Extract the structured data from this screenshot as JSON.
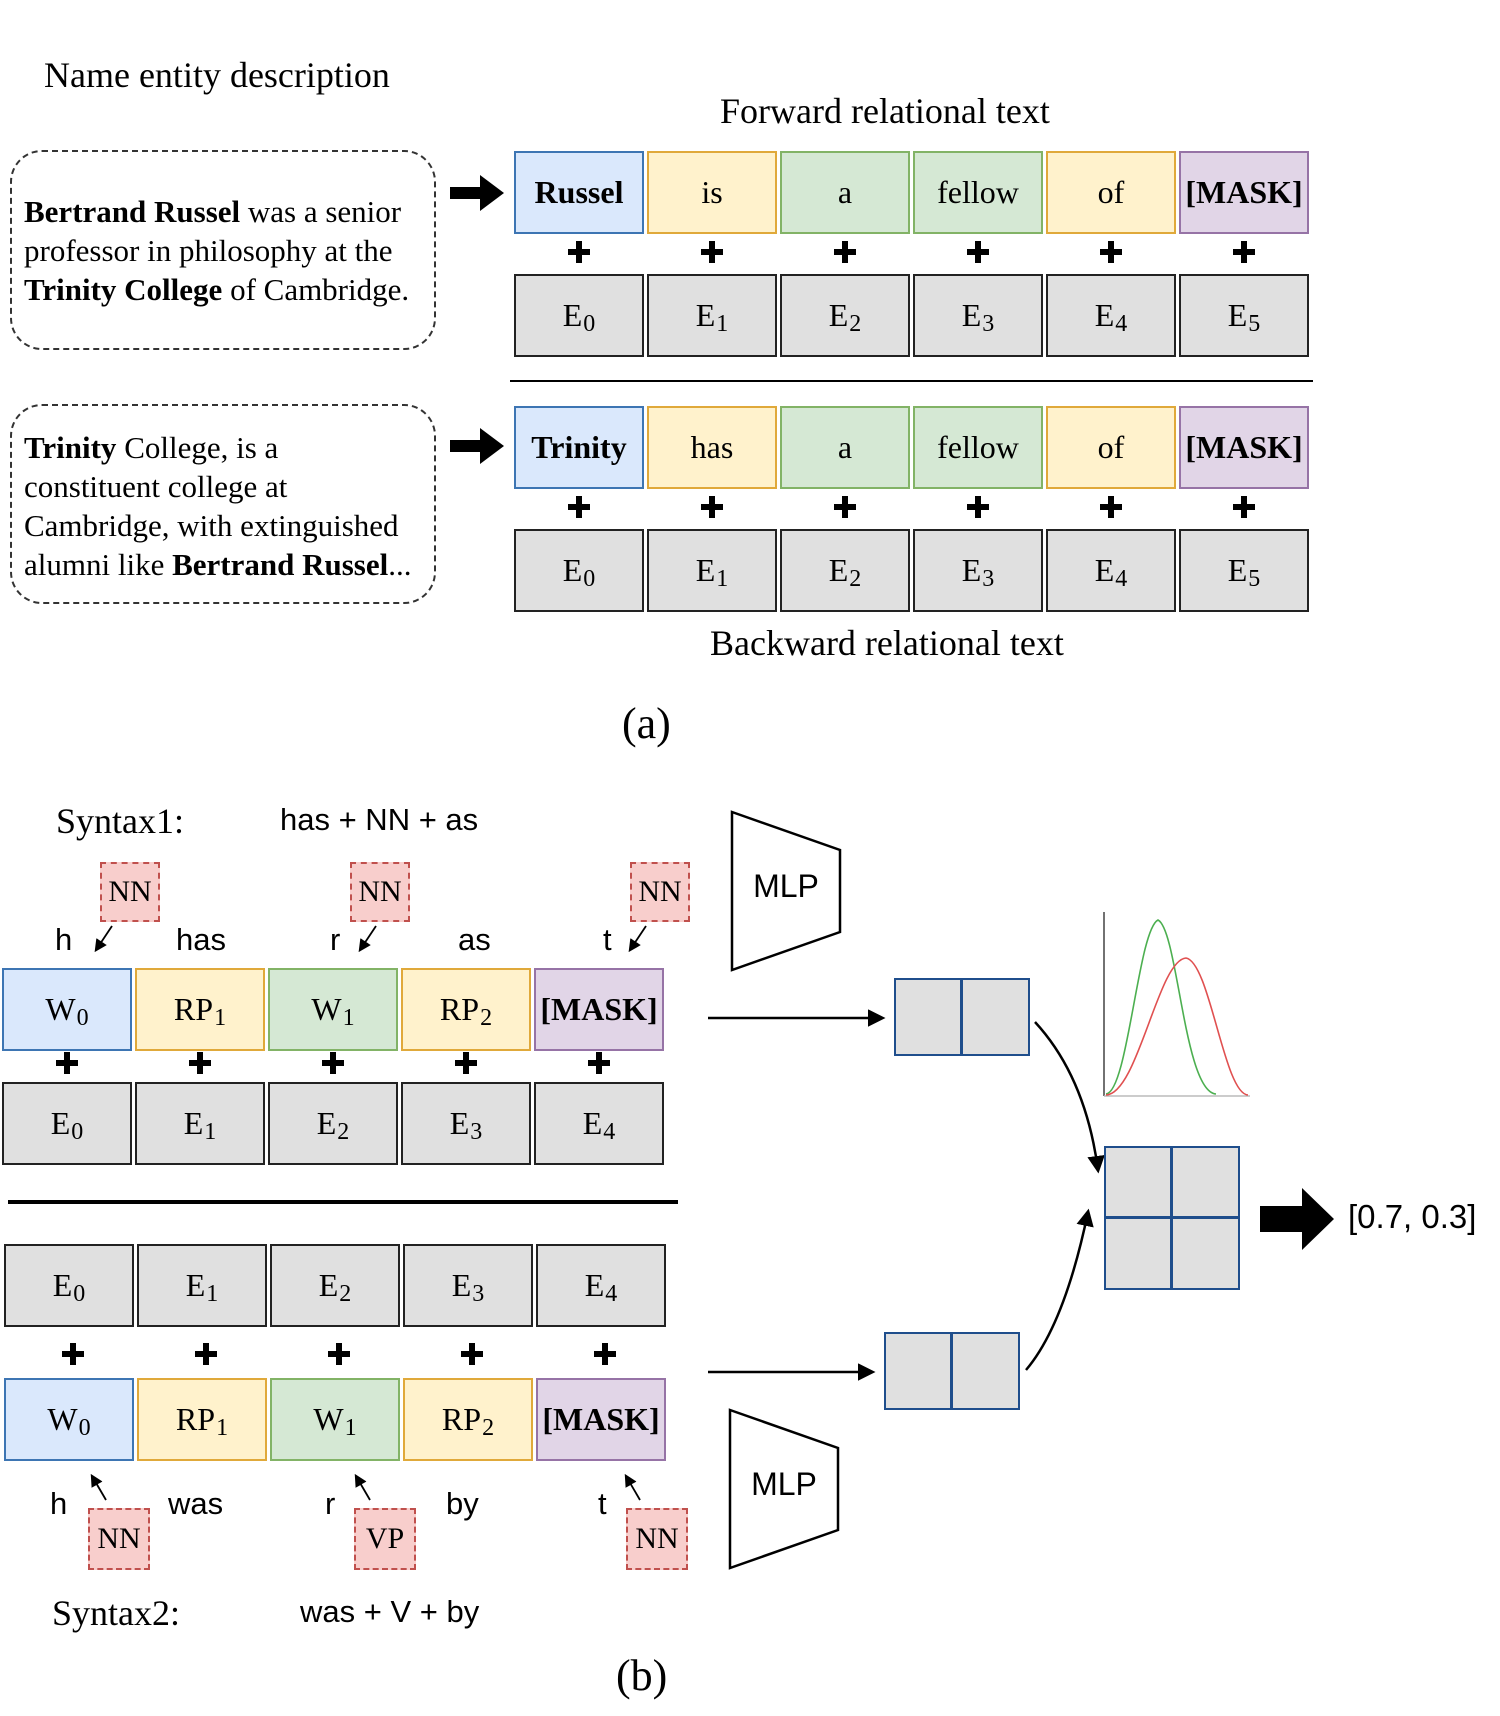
{
  "part_a": {
    "ne_title": "Name entity description",
    "forward_title": "Forward relational text",
    "backward_title": "Backward relational text",
    "caption": "(a)",
    "desc1": {
      "b1": "Bertrand Russel",
      "t1": " was a senior",
      "l2": "professor in philosophy at the",
      "b2": "Trinity College",
      "t3": " of Cambridge."
    },
    "desc2": {
      "b1": "Trinity",
      "t1": " College, is a",
      "l2": "constituent college at",
      "l3": "Cambridge, with extinguished",
      "t4": "alumni like ",
      "b4": "Bertrand Russel",
      "t4b": "..."
    },
    "forward_tokens": [
      "Russel",
      "is",
      "a",
      "fellow",
      "of",
      "[MASK]"
    ],
    "backward_tokens": [
      "Trinity",
      "has",
      "a",
      "fellow",
      "of",
      "[MASK]"
    ],
    "emb_letter": "E",
    "emb_subs": [
      "0",
      "1",
      "2",
      "3",
      "4",
      "5"
    ]
  },
  "part_b": {
    "syntax1_label": "Syntax1:",
    "syntax1_pattern": "has + NN + as",
    "syntax2_label": "Syntax2:",
    "syntax2_pattern": "was + V + by",
    "caption": "(b)",
    "tokens_letter": {
      "w": "W",
      "rp": "RP"
    },
    "tok_subs": [
      "0",
      "1",
      "1",
      "2"
    ],
    "mask": "[MASK]",
    "emb_subs": [
      "0",
      "1",
      "2",
      "3",
      "4"
    ],
    "top_labels": [
      "h",
      "has",
      "r",
      "as",
      "t"
    ],
    "bottom_labels": [
      "h",
      "was",
      "r",
      "by",
      "t"
    ],
    "top_tags": [
      "NN",
      "NN",
      "NN"
    ],
    "bottom_tags": [
      "NN",
      "VP",
      "NN"
    ],
    "mlp_label": "MLP",
    "output": "[0.7, 0.3]"
  }
}
